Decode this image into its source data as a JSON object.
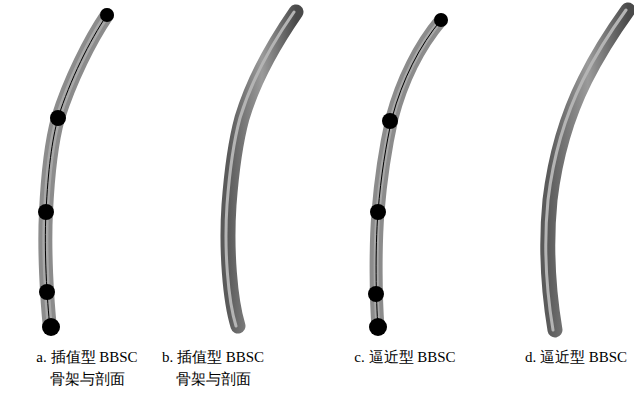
{
  "diagram": {
    "labels": [
      "a. 插值型 BBSC 骨架与剖面",
      "b. 插值型 BBSC 骨架与剖面",
      "c. 逼近型 BBSC",
      "d. 逼近型 BBSC"
    ]
  }
}
